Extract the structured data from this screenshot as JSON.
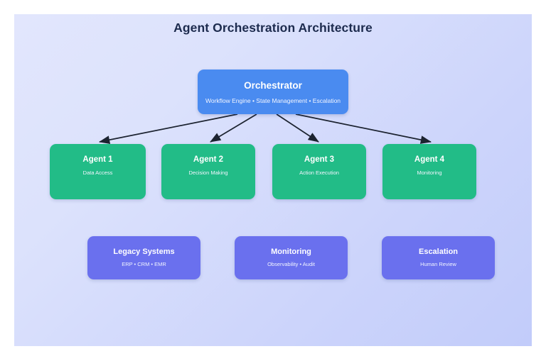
{
  "title": "Agent Orchestration Architecture",
  "colors": {
    "canvas_top_left": "#e2e6fd",
    "canvas_bottom_right": "#c2ccfa",
    "orchestrator": "#4a8bf0",
    "agent": "#22bc87",
    "service": "#6a70ee",
    "title_text": "#1d2b4e",
    "arrow": "#1c2330",
    "node_text": "#ffffff"
  },
  "orchestrator": {
    "title": "Orchestrator",
    "subtitle": "Workflow Engine • State Management • Escalation"
  },
  "agents": [
    {
      "title": "Agent 1",
      "subtitle": "Data Access"
    },
    {
      "title": "Agent 2",
      "subtitle": "Decision Making"
    },
    {
      "title": "Agent 3",
      "subtitle": "Action Execution"
    },
    {
      "title": "Agent 4",
      "subtitle": "Monitoring"
    }
  ],
  "services": [
    {
      "title": "Legacy Systems",
      "subtitle": "ERP • CRM • EMR"
    },
    {
      "title": "Monitoring",
      "subtitle": "Observability • Audit"
    },
    {
      "title": "Escalation",
      "subtitle": "Human Review"
    }
  ],
  "connectors": [
    {
      "from": "orchestrator",
      "to": "Agent 1"
    },
    {
      "from": "orchestrator",
      "to": "Agent 2"
    },
    {
      "from": "orchestrator",
      "to": "Agent 3"
    },
    {
      "from": "orchestrator",
      "to": "Agent 4"
    }
  ]
}
